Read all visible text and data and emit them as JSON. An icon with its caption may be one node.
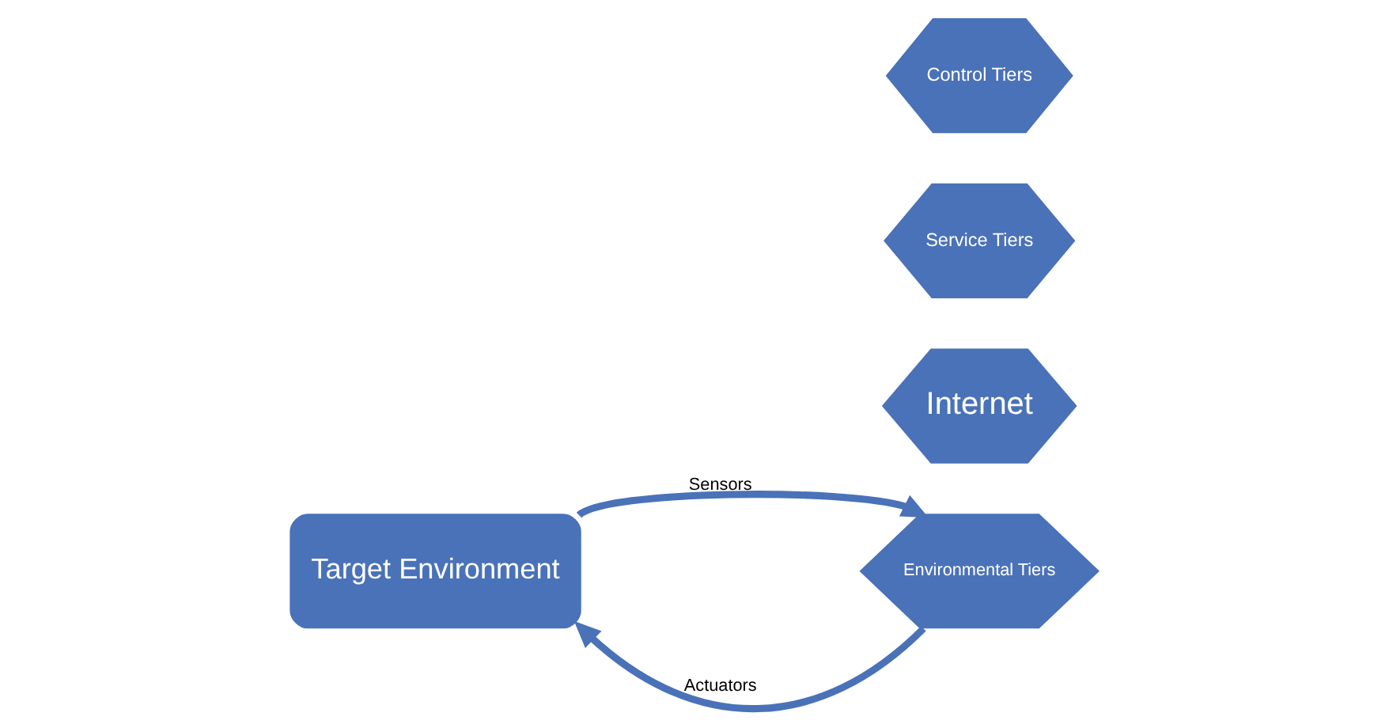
{
  "diagram": {
    "nodes": [
      {
        "text": [
          "Target Environment"
        ]
      },
      {
        "text": [
          "Internet"
        ]
      },
      {
        "text": [
          "Service Tiers"
        ]
      },
      {
        "text": [
          "Control Tiers"
        ]
      },
      {
        "text": [
          "Environmental Tiers"
        ]
      }
    ],
    "edges": [
      {
        "from": 0,
        "to": 4,
        "arrow": "to",
        "label": "Sensors"
      },
      {
        "from": 4,
        "to": 0,
        "arrow": "to",
        "label": "Actuators"
      }
    ]
  }
}
